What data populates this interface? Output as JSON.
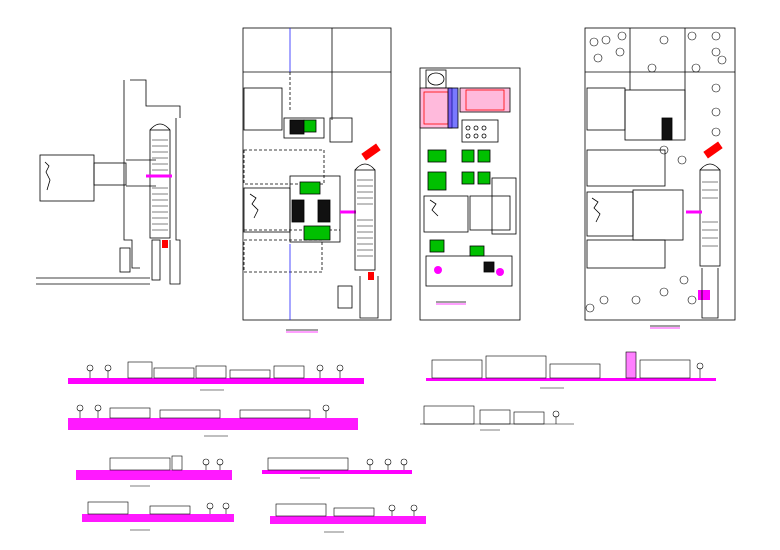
{
  "sheet": {
    "background": "#ffffff",
    "line_color": "#000000",
    "accent_magenta": "#ff00ff",
    "accent_green": "#00c000",
    "accent_red": "#ff0000",
    "accent_blue": "#2020ff"
  },
  "drawings": [
    {
      "name": "site-plan-key",
      "kind": "plan"
    },
    {
      "name": "ground-floor-plan",
      "kind": "plan"
    },
    {
      "name": "landscape-plan",
      "kind": "plan"
    },
    {
      "name": "roof-and-trees-plan",
      "kind": "plan"
    },
    {
      "name": "elevation-front",
      "kind": "elevation"
    },
    {
      "name": "elevation-rear",
      "kind": "elevation"
    },
    {
      "name": "elevation-right",
      "kind": "elevation"
    },
    {
      "name": "elevation-left",
      "kind": "elevation"
    },
    {
      "name": "section-a",
      "kind": "section"
    },
    {
      "name": "section-b",
      "kind": "section"
    },
    {
      "name": "section-c",
      "kind": "section"
    },
    {
      "name": "section-d",
      "kind": "section"
    }
  ]
}
